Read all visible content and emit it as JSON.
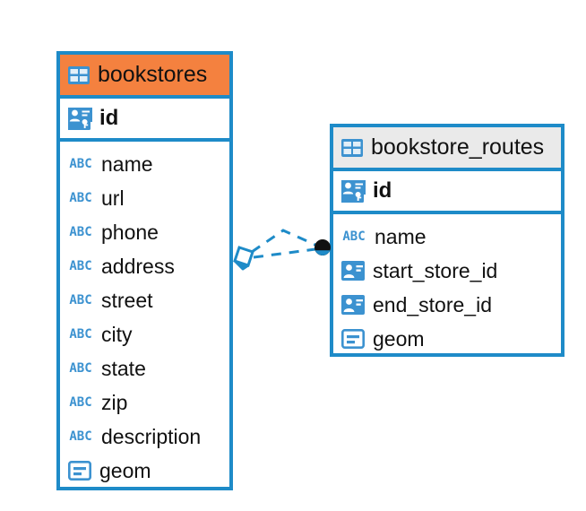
{
  "diagram": {
    "type": "entity-relationship-diagram",
    "background": "#ffffff",
    "accent_color": "#1E8BC8",
    "highlight_color": "#F4813F",
    "header_grey": "#EAEAEA"
  },
  "tables": [
    {
      "name": "bookstores",
      "header_style": "orange",
      "icon": "table-icon",
      "primary_key": {
        "name": "id",
        "icon": "primary-key-icon"
      },
      "fields": [
        {
          "name": "name",
          "icon": "text-type-icon"
        },
        {
          "name": "url",
          "icon": "text-type-icon"
        },
        {
          "name": "phone",
          "icon": "text-type-icon"
        },
        {
          "name": "address",
          "icon": "text-type-icon"
        },
        {
          "name": "street",
          "icon": "text-type-icon"
        },
        {
          "name": "city",
          "icon": "text-type-icon"
        },
        {
          "name": "state",
          "icon": "text-type-icon"
        },
        {
          "name": "zip",
          "icon": "text-type-icon"
        },
        {
          "name": "description",
          "icon": "text-type-icon"
        },
        {
          "name": "geom",
          "icon": "geometry-type-icon"
        }
      ]
    },
    {
      "name": "bookstore_routes",
      "header_style": "grey",
      "icon": "table-icon",
      "primary_key": {
        "name": "id",
        "icon": "primary-key-icon"
      },
      "fields": [
        {
          "name": "name",
          "icon": "text-type-icon"
        },
        {
          "name": "start_store_id",
          "icon": "foreign-key-icon"
        },
        {
          "name": "end_store_id",
          "icon": "foreign-key-icon"
        },
        {
          "name": "geom",
          "icon": "geometry-type-icon"
        }
      ]
    }
  ],
  "relationship": {
    "source_table": "bookstores",
    "target_table": "bookstore_routes",
    "source_marker": "diamond-marker",
    "target_marker": "circle-marker",
    "line_style": "dashed",
    "line_color": "#1E8BC8"
  },
  "icon_glyphs": {
    "text_type_label": "ABC"
  }
}
